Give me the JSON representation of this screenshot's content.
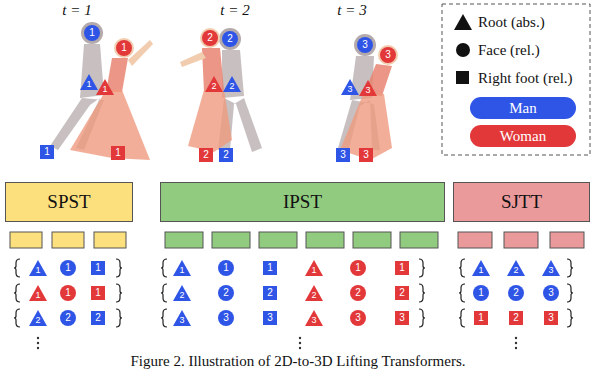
{
  "diagram": {
    "caption": "Figure 2. Illustration of 2D-to-3D Lifting Transformers.",
    "nodes": [
      {
        "text": [
          "SPST"
        ]
      },
      {
        "text": [
          "IPST"
        ]
      },
      {
        "text": [
          "SJTT"
        ]
      }
    ],
    "labels": [
      "t = 1",
      "t = 2",
      "t = 3",
      "1",
      "1",
      "1",
      "1",
      "1",
      "1",
      "2",
      "2",
      "2",
      "2",
      "2",
      "2",
      "3",
      "3",
      "3",
      "3",
      "3",
      "3",
      "1",
      "1",
      "1",
      "1",
      "1",
      "1",
      "2",
      "2",
      "2",
      "1",
      "1",
      "1",
      "1",
      "1",
      "1",
      "2",
      "2",
      "2",
      "2",
      "2",
      "2",
      "3",
      "3",
      "3",
      "3",
      "3",
      "3",
      "1",
      "2",
      "3",
      "1",
      "2",
      "3",
      "1",
      "2",
      "3"
    ],
    "legend": [
      {
        "text": "Root (abs.)"
      },
      {
        "text": "Face (rel.)"
      },
      {
        "text": "Right foot (rel.)"
      },
      {
        "text": "Man",
        "color": "#2f55e6"
      },
      {
        "text": "Woman",
        "color": "#e2383a"
      }
    ]
  }
}
